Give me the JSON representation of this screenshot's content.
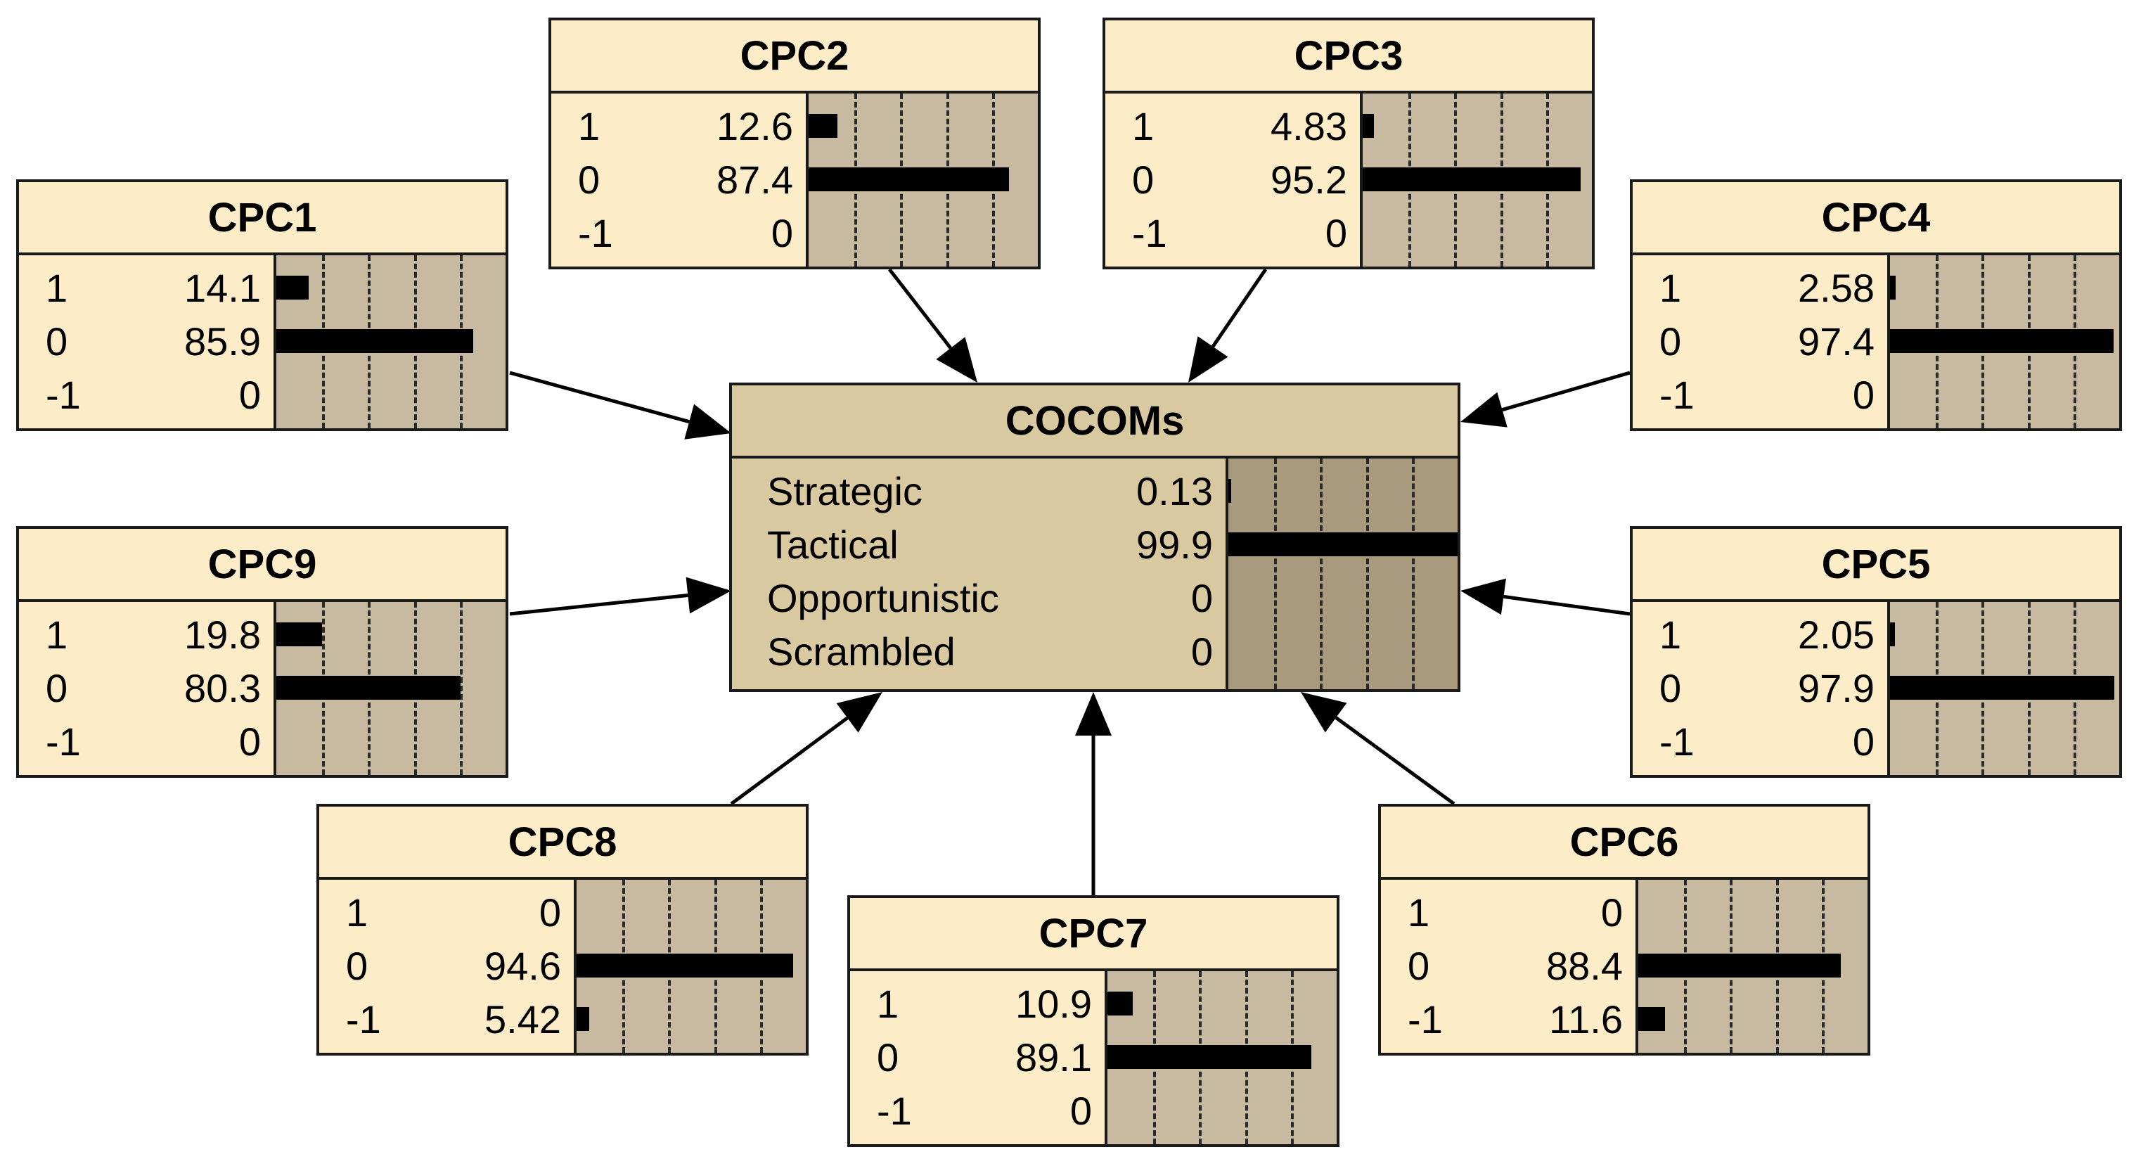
{
  "diagram": {
    "target": {
      "title": "COCOMs",
      "states": [
        {
          "label": "Strategic",
          "value": "0.13",
          "pct": 0.13
        },
        {
          "label": "Tactical",
          "value": "99.9",
          "pct": 99.9
        },
        {
          "label": "Opportunistic",
          "value": "0",
          "pct": 0
        },
        {
          "label": "Scrambled",
          "value": "0",
          "pct": 0
        }
      ]
    },
    "nodes": [
      {
        "id": "cpc1",
        "title": "CPC1",
        "states": [
          {
            "label": "1",
            "value": "14.1",
            "pct": 14.1
          },
          {
            "label": "0",
            "value": "85.9",
            "pct": 85.9
          },
          {
            "label": "-1",
            "value": "0",
            "pct": 0
          }
        ]
      },
      {
        "id": "cpc2",
        "title": "CPC2",
        "states": [
          {
            "label": "1",
            "value": "12.6",
            "pct": 12.6
          },
          {
            "label": "0",
            "value": "87.4",
            "pct": 87.4
          },
          {
            "label": "-1",
            "value": "0",
            "pct": 0
          }
        ]
      },
      {
        "id": "cpc3",
        "title": "CPC3",
        "states": [
          {
            "label": "1",
            "value": "4.83",
            "pct": 4.83
          },
          {
            "label": "0",
            "value": "95.2",
            "pct": 95.2
          },
          {
            "label": "-1",
            "value": "0",
            "pct": 0
          }
        ]
      },
      {
        "id": "cpc4",
        "title": "CPC4",
        "states": [
          {
            "label": "1",
            "value": "2.58",
            "pct": 2.58
          },
          {
            "label": "0",
            "value": "97.4",
            "pct": 97.4
          },
          {
            "label": "-1",
            "value": "0",
            "pct": 0
          }
        ]
      },
      {
        "id": "cpc5",
        "title": "CPC5",
        "states": [
          {
            "label": "1",
            "value": "2.05",
            "pct": 2.05
          },
          {
            "label": "0",
            "value": "97.9",
            "pct": 97.9
          },
          {
            "label": "-1",
            "value": "0",
            "pct": 0
          }
        ]
      },
      {
        "id": "cpc6",
        "title": "CPC6",
        "states": [
          {
            "label": "1",
            "value": "0",
            "pct": 0
          },
          {
            "label": "0",
            "value": "88.4",
            "pct": 88.4
          },
          {
            "label": "-1",
            "value": "11.6",
            "pct": 11.6
          }
        ]
      },
      {
        "id": "cpc7",
        "title": "CPC7",
        "states": [
          {
            "label": "1",
            "value": "10.9",
            "pct": 10.9
          },
          {
            "label": "0",
            "value": "89.1",
            "pct": 89.1
          },
          {
            "label": "-1",
            "value": "0",
            "pct": 0
          }
        ]
      },
      {
        "id": "cpc8",
        "title": "CPC8",
        "states": [
          {
            "label": "1",
            "value": "0",
            "pct": 0
          },
          {
            "label": "0",
            "value": "94.6",
            "pct": 94.6
          },
          {
            "label": "-1",
            "value": "5.42",
            "pct": 5.42
          }
        ]
      },
      {
        "id": "cpc9",
        "title": "CPC9",
        "states": [
          {
            "label": "1",
            "value": "19.8",
            "pct": 19.8
          },
          {
            "label": "0",
            "value": "80.3",
            "pct": 80.3
          },
          {
            "label": "-1",
            "value": "0",
            "pct": 0
          }
        ]
      }
    ],
    "edges": [
      {
        "from": "cpc1",
        "to": "cocoms"
      },
      {
        "from": "cpc2",
        "to": "cocoms"
      },
      {
        "from": "cpc3",
        "to": "cocoms"
      },
      {
        "from": "cpc4",
        "to": "cocoms"
      },
      {
        "from": "cpc5",
        "to": "cocoms"
      },
      {
        "from": "cpc6",
        "to": "cocoms"
      },
      {
        "from": "cpc7",
        "to": "cocoms"
      },
      {
        "from": "cpc8",
        "to": "cocoms"
      },
      {
        "from": "cpc9",
        "to": "cocoms"
      }
    ],
    "colors": {
      "node_fill": "#fdecc8",
      "target_fill": "#d8c9a0",
      "bar_panel": "#c8baa0",
      "target_bar_panel": "#a89a7c",
      "bar": "#000000",
      "border": "#1a1a1a"
    }
  }
}
